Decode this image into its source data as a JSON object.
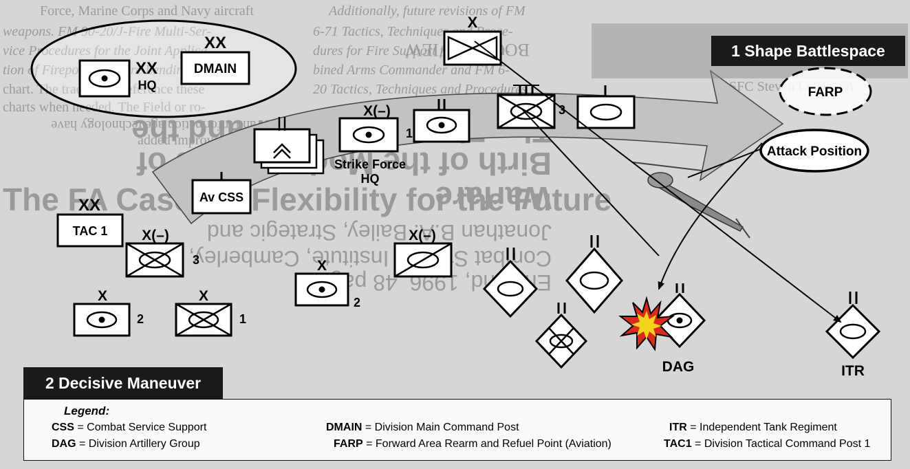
{
  "background_text": [
    "Force, Marine Corps and Navy aircraft",
    "weapons. FM 90-20/J-Fire Multi-Ser-",
    "vice Procedures for the Joint Applica-",
    "tion of Firepower. Future Lending",
    "chart. The traditional reference these",
    "charts when needed. The Field or ro-",
    "and information age technology have",
    "added improvements to it. These advances",
    "Additionally, future revisions of FM",
    "6-71 Tactics, Techniques and Proce-",
    "dures for Fire Support for the Com-",
    "bined Arms Commander and FM 6-",
    "20 Tactics, Techniques and Procedures",
    "The First World War and the",
    "Birth of the Modern Style of",
    "Warfare",
    "Jonathan B.A. Bailey, Strategic and",
    "Combat Studies Institute, Camberley,",
    "England, 1996, 48 pages.",
    "The FA Case for Flexibility for the Future",
    "SFC Steven Lewis, FA",
    "BOOK REVIEW"
  ],
  "banners": {
    "shape": "1 Shape Battlespace",
    "decisive": "2 Decisive Maneuver"
  },
  "units": {
    "hq_echelon": "XX",
    "hq_label": "HQ",
    "dmain_echelon": "XX",
    "dmain_label": "DMAIN",
    "tac1_echelon": "XX",
    "tac1_label": "TAC 1",
    "strike_echelon": "X(–)",
    "strike_num": "1",
    "strike_label_1": "Strike Force",
    "strike_label_2": "HQ",
    "avcss_label": "Av CSS",
    "armor3_echelon": "X(–)",
    "armor3_num": "3",
    "brigade2_echelon": "X",
    "brigade2_num": "2",
    "brigade1_echelon": "X",
    "brigade1_num": "1",
    "mid_x_echelon": "X",
    "mid_x_num": "2",
    "mid_xminus_echelon": "X(–)",
    "top_x_echelon": "X",
    "top3_num": "3",
    "farp_label": "FARP",
    "attack_label": "Attack Position",
    "dag_label": "DAG",
    "itr_label": "ITR"
  },
  "legend": {
    "title": "Legend:",
    "items": [
      {
        "abbr": "CSS",
        "text": " = Combat Service Support"
      },
      {
        "abbr": "DAG",
        "text": " = Division Artillery Group"
      },
      {
        "abbr": "DMAIN",
        "text": " = Division Main Command Post"
      },
      {
        "abbr": "FARP",
        "text": " = Forward Area Rearm and Refuel Point (Aviation)"
      },
      {
        "abbr": "ITR",
        "text": " = Independent Tank Regiment"
      },
      {
        "abbr": "TAC1",
        "text": " = Division Tactical Command Post 1"
      }
    ]
  },
  "colors": {
    "background": "#d6d6d6",
    "arrow_fill": "#c2c2c2",
    "banner_bg": "#1a1a1a",
    "symbol_fill": "#ffffff",
    "burst_yellow": "#f2d21c",
    "burst_red": "#d92a1e"
  },
  "icons": [
    "helicopter-icon",
    "explosion-icon"
  ]
}
